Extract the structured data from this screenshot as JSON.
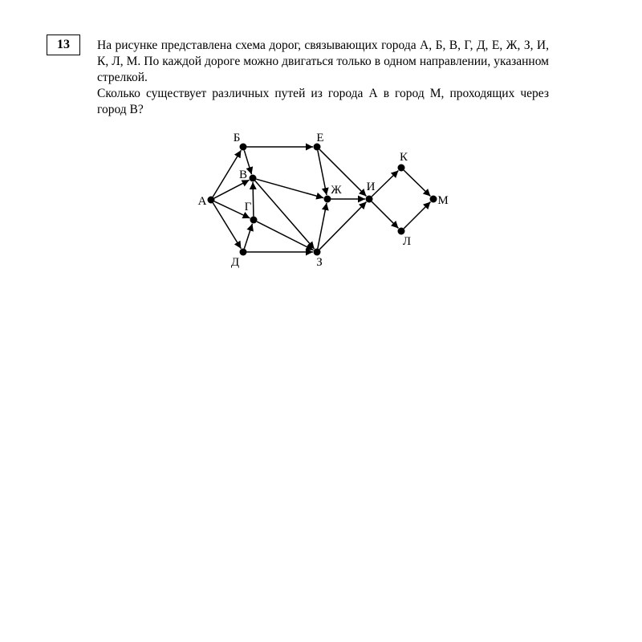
{
  "question": {
    "number": "13",
    "paragraph1": "На рисунке представлена схема дорог, связывающих города А, Б, В, Г, Д, Е, Ж, З, И, К, Л, М. По каждой дороге можно двигаться только в одном направлении, указанном стрелкой.",
    "paragraph2": "Сколько существует различных путей из города А в город М, проходящих через город В?"
  },
  "graph": {
    "nodes": [
      {
        "id": "A",
        "label": "А"
      },
      {
        "id": "B",
        "label": "Б"
      },
      {
        "id": "V",
        "label": "В"
      },
      {
        "id": "G",
        "label": "Г"
      },
      {
        "id": "D",
        "label": "Д"
      },
      {
        "id": "E",
        "label": "Е"
      },
      {
        "id": "Zh",
        "label": "Ж"
      },
      {
        "id": "Z",
        "label": "З"
      },
      {
        "id": "I",
        "label": "И"
      },
      {
        "id": "K",
        "label": "К"
      },
      {
        "id": "L",
        "label": "Л"
      },
      {
        "id": "M",
        "label": "М"
      }
    ],
    "edges": [
      {
        "from": "A",
        "to": "B"
      },
      {
        "from": "A",
        "to": "V"
      },
      {
        "from": "A",
        "to": "G"
      },
      {
        "from": "A",
        "to": "D"
      },
      {
        "from": "B",
        "to": "E"
      },
      {
        "from": "B",
        "to": "V"
      },
      {
        "from": "G",
        "to": "V"
      },
      {
        "from": "D",
        "to": "G"
      },
      {
        "from": "G",
        "to": "Z"
      },
      {
        "from": "D",
        "to": "Z"
      },
      {
        "from": "V",
        "to": "Zh"
      },
      {
        "from": "V",
        "to": "Z"
      },
      {
        "from": "E",
        "to": "Zh"
      },
      {
        "from": "E",
        "to": "I"
      },
      {
        "from": "Z",
        "to": "Zh"
      },
      {
        "from": "Z",
        "to": "I"
      },
      {
        "from": "Zh",
        "to": "I"
      },
      {
        "from": "I",
        "to": "K"
      },
      {
        "from": "I",
        "to": "L"
      },
      {
        "from": "K",
        "to": "M"
      },
      {
        "from": "L",
        "to": "M"
      }
    ]
  }
}
